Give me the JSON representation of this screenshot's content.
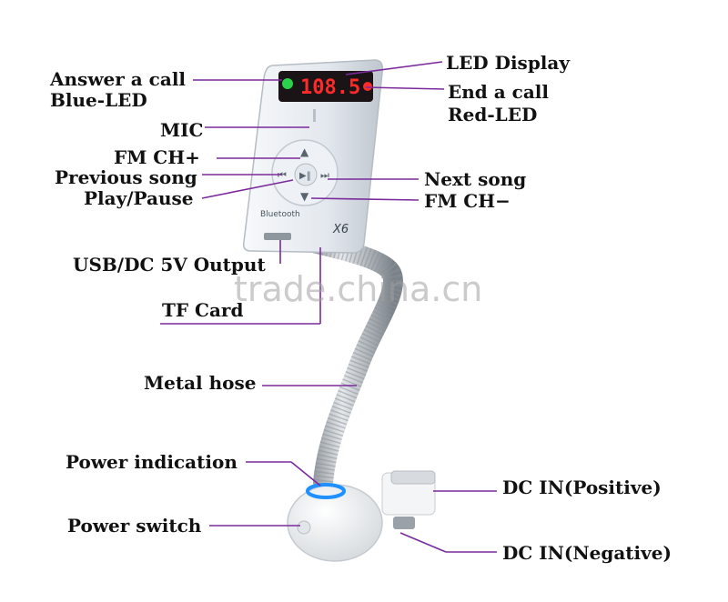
{
  "labels": {
    "answer_call": "Answer a call",
    "blue_led": "Blue-LED",
    "led_display": "LED Display",
    "end_call": "End a call",
    "red_led": "Red-LED",
    "mic": "MIC",
    "fm_ch_plus": "FM CH+",
    "previous_song": "Previous song",
    "play_pause": "Play/Pause",
    "next_song": "Next song",
    "fm_ch_minus": "FM CH−",
    "usb_output": "USB/DC 5V Output",
    "tf_card": "TF Card",
    "metal_hose": "Metal hose",
    "power_indication": "Power indication",
    "power_switch": "Power switch",
    "dc_in_positive": "DC IN(Positive)",
    "dc_in_negative": "DC IN(Negative)"
  },
  "device": {
    "display_text": "108.5",
    "brand": "Bluetooth",
    "model": "X6"
  },
  "watermark": "trade.china.cn",
  "colors": {
    "leader_line": "#7a2a9c",
    "display_red": "#ff2a2a",
    "led_blue": "#1e90ff",
    "device_body": "#e9edf2",
    "hose": "#9aa1a8"
  }
}
